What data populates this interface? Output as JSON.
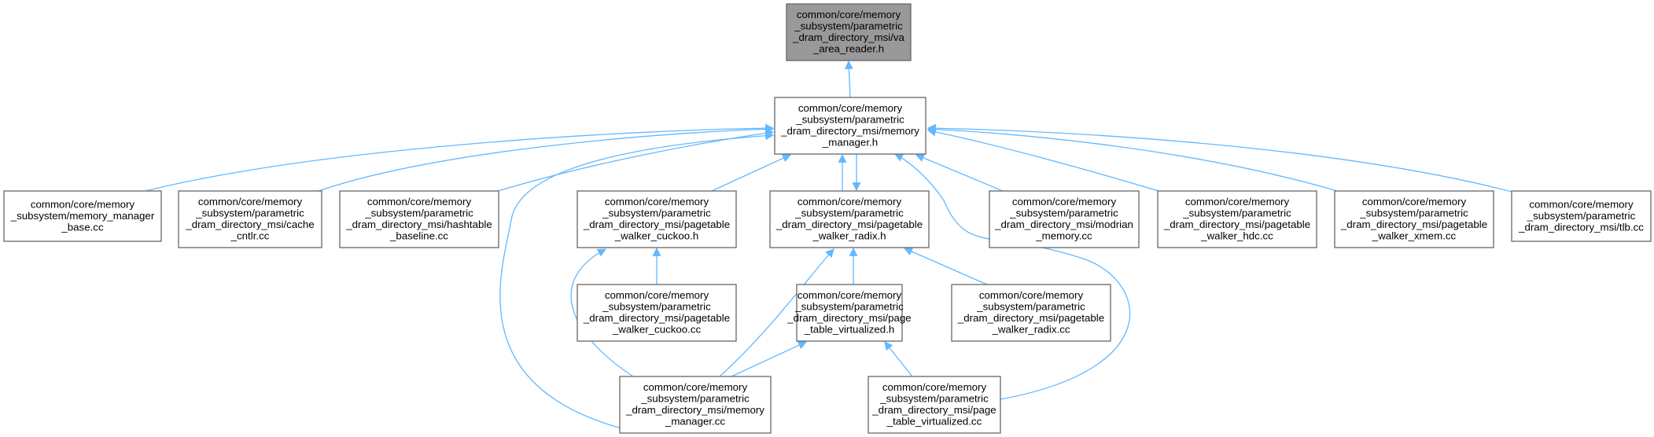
{
  "colors": {
    "edge": "#63b8ff",
    "node_border": "#666666",
    "node_fill": "#ffffff",
    "root_fill": "#999999"
  },
  "nodes": [
    {
      "id": "va_area_reader_h",
      "lines": [
        "common/core/memory",
        "_subsystem/parametric",
        "_dram_directory_msi/va",
        "_area_reader.h"
      ],
      "highlighted": true
    },
    {
      "id": "memory_manager_h",
      "lines": [
        "common/core/memory",
        "_subsystem/parametric",
        "_dram_directory_msi/memory",
        "_manager.h"
      ]
    },
    {
      "id": "memory_manager_base_cc",
      "lines": [
        "common/core/memory",
        "_subsystem/memory_manager",
        "_base.cc"
      ]
    },
    {
      "id": "cache_cntlr_cc",
      "lines": [
        "common/core/memory",
        "_subsystem/parametric",
        "_dram_directory_msi/cache",
        "_cntlr.cc"
      ]
    },
    {
      "id": "hashtable_baseline_cc",
      "lines": [
        "common/core/memory",
        "_subsystem/parametric",
        "_dram_directory_msi/hashtable",
        "_baseline.cc"
      ]
    },
    {
      "id": "pagetable_walker_cuckoo_h",
      "lines": [
        "common/core/memory",
        "_subsystem/parametric",
        "_dram_directory_msi/pagetable",
        "_walker_cuckoo.h"
      ]
    },
    {
      "id": "pagetable_walker_radix_h",
      "lines": [
        "common/core/memory",
        "_subsystem/parametric",
        "_dram_directory_msi/pagetable",
        "_walker_radix.h"
      ]
    },
    {
      "id": "modrian_memory_cc",
      "lines": [
        "common/core/memory",
        "_subsystem/parametric",
        "_dram_directory_msi/modrian",
        "_memory.cc"
      ]
    },
    {
      "id": "pagetable_walker_hdc_cc",
      "lines": [
        "common/core/memory",
        "_subsystem/parametric",
        "_dram_directory_msi/pagetable",
        "_walker_hdc.cc"
      ]
    },
    {
      "id": "pagetable_walker_xmem_cc",
      "lines": [
        "common/core/memory",
        "_subsystem/parametric",
        "_dram_directory_msi/pagetable",
        "_walker_xmem.cc"
      ]
    },
    {
      "id": "tlb_cc",
      "lines": [
        "common/core/memory",
        "_subsystem/parametric",
        "_dram_directory_msi/tlb.cc"
      ]
    },
    {
      "id": "pagetable_walker_cuckoo_cc",
      "lines": [
        "common/core/memory",
        "_subsystem/parametric",
        "_dram_directory_msi/pagetable",
        "_walker_cuckoo.cc"
      ]
    },
    {
      "id": "page_table_virtualized_h",
      "lines": [
        "common/core/memory",
        "_subsystem/parametric",
        "_dram_directory_msi/page",
        "_table_virtualized.h"
      ]
    },
    {
      "id": "pagetable_walker_radix_cc",
      "lines": [
        "common/core/memory",
        "_subsystem/parametric",
        "_dram_directory_msi/pagetable",
        "_walker_radix.cc"
      ]
    },
    {
      "id": "memory_manager_cc",
      "lines": [
        "common/core/memory",
        "_subsystem/parametric",
        "_dram_directory_msi/memory",
        "_manager.cc"
      ]
    },
    {
      "id": "page_table_virtualized_cc",
      "lines": [
        "common/core/memory",
        "_subsystem/parametric",
        "_dram_directory_msi/page",
        "_table_virtualized.cc"
      ]
    }
  ],
  "edges": [
    {
      "from": "memory_manager_h",
      "to": "va_area_reader_h"
    },
    {
      "from": "memory_manager_base_cc",
      "to": "memory_manager_h"
    },
    {
      "from": "cache_cntlr_cc",
      "to": "memory_manager_h"
    },
    {
      "from": "hashtable_baseline_cc",
      "to": "memory_manager_h"
    },
    {
      "from": "pagetable_walker_cuckoo_h",
      "to": "memory_manager_h"
    },
    {
      "from": "pagetable_walker_radix_h",
      "to": "memory_manager_h"
    },
    {
      "from": "memory_manager_h",
      "to": "pagetable_walker_radix_h"
    },
    {
      "from": "modrian_memory_cc",
      "to": "memory_manager_h"
    },
    {
      "from": "pagetable_walker_hdc_cc",
      "to": "memory_manager_h"
    },
    {
      "from": "pagetable_walker_xmem_cc",
      "to": "memory_manager_h"
    },
    {
      "from": "tlb_cc",
      "to": "memory_manager_h"
    },
    {
      "from": "memory_manager_cc",
      "to": "memory_manager_h"
    },
    {
      "from": "page_table_virtualized_cc",
      "to": "memory_manager_h"
    },
    {
      "from": "pagetable_walker_cuckoo_cc",
      "to": "pagetable_walker_cuckoo_h"
    },
    {
      "from": "memory_manager_cc",
      "to": "pagetable_walker_cuckoo_h"
    },
    {
      "from": "page_table_virtualized_h",
      "to": "pagetable_walker_radix_h"
    },
    {
      "from": "pagetable_walker_radix_cc",
      "to": "pagetable_walker_radix_h"
    },
    {
      "from": "memory_manager_cc",
      "to": "pagetable_walker_radix_h"
    },
    {
      "from": "memory_manager_cc",
      "to": "page_table_virtualized_h"
    },
    {
      "from": "page_table_virtualized_cc",
      "to": "page_table_virtualized_h"
    }
  ]
}
